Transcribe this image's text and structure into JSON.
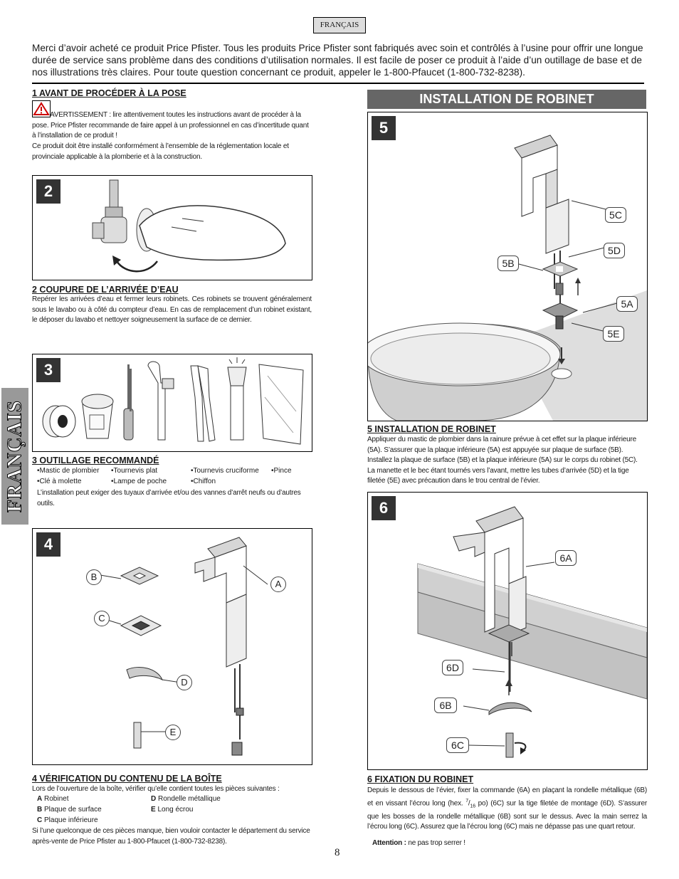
{
  "header": {
    "lang_tag": "FRANÇAIS",
    "intro": "Merci d’avoir acheté ce produit Price Pfister. Tous les produits Price Pfister sont fabriqués avec soin et contrôlés à l’usine pour offrir une longue durée de service sans problème dans des conditions d’utilisation normales. Il est facile de poser ce produit à l’aide d’un outillage de base et de nos illustrations très claires. Pour toute question concernant ce produit, appeler le 1-800-Pfaucet (1-800-732-8238)."
  },
  "side_tab": "FRANÇAIS",
  "section1": {
    "heading": "1  AVANT DE PROCÉDER À LA POSE",
    "warning": "AVERTISSEMENT : lire attentivement toutes les instructions avant de procéder à la pose. Price Pfister recommande de faire appel à un professionnel en cas d’incertitude quant à l’installation de ce produit !",
    "note": "Ce produit doit être installé conformément à l’ensemble de la réglementation locale et provinciale applicable à la plomberie et à la construction."
  },
  "section2": {
    "badge": "2",
    "heading": "2  COUPURE DE L’ARRIVÉE D’EAU",
    "text": "Repérer les arrivées d’eau et fermer leurs robinets. Ces robinets se trouvent généralement sous le lavabo ou à côté du compteur d’eau. En cas de remplacement d’un robinet existant, le déposer du lavabo et nettoyer soigneusement la surface de ce dernier."
  },
  "section3": {
    "badge": "3",
    "heading": "3  OUTILLAGE RECOMMANDÉ",
    "tools": [
      "•Mastic de plombier",
      "•Tournevis plat",
      "•Tournevis cruciforme",
      "•Pince",
      "•Clé à molette",
      "•Lampe de poche",
      "•Chiffon"
    ],
    "text": "L’installation peut exiger des tuyaux d’arrivée et/ou des vannes d’arrêt neufs ou d’autres outils."
  },
  "section4": {
    "badge": "4",
    "labels": [
      "A",
      "B",
      "C",
      "D",
      "E"
    ],
    "heading": "4  VÉRIFICATION DU CONTENU DE LA BOÎTE",
    "intro": "Lors de l’ouverture de la boîte, vérifier qu’elle contient toutes les pièces suivantes :",
    "parts": [
      {
        "letter": "A",
        "name": "Robinet"
      },
      {
        "letter": "B",
        "name": "Plaque de surface"
      },
      {
        "letter": "C",
        "name": "Plaque inférieure"
      },
      {
        "letter": "D",
        "name": "Rondelle métallique"
      },
      {
        "letter": "E",
        "name": "Long écrou"
      }
    ],
    "footer": "Si l’une quelconque de ces pièces manque, bien vouloir contacter le département du service après-vente de Price Pfister au 1-800-Pfaucet (1-800-732-8238)."
  },
  "banner": "INSTALLATION DE ROBINET",
  "section5": {
    "badge": "5",
    "labels": [
      "5C",
      "5D",
      "5B",
      "5A",
      "5E"
    ],
    "heading": "5  INSTALLATION DE ROBINET",
    "text": "Appliquer du mastic de plombier dans la rainure prévue à cet effet sur la plaque inférieure (5A). S’assurer que la plaque inférieure (5A) est appuyée sur plaque de surface (5B). Installez la plaque de surface (5B) et la plaque inférieure (5A) sur le corps du robinet (5C). La manette et le bec étant tournés vers l’avant, mettre les tubes d’arrivée (5D) et la tige filetée (5E) avec précaution dans le trou central de l’évier."
  },
  "section6": {
    "badge": "6",
    "labels": [
      "6A",
      "6D",
      "6B",
      "6C"
    ],
    "heading": "6  FIXATION DU ROBINET",
    "text_a": "Depuis le dessous de l’évier, fixer la commande (6A) en plaçant la rondelle métallique (6B) et en vissant l’écrou long (hex. ",
    "frac_num": "7",
    "frac_den": "16",
    "text_b": " po) (6C) sur la tige filetée de montage (6D). S’assurer que les bosses de la rondelle métallique (6B) sont sur le dessus. Avec la main serrez la l’écrou long (6C). Assurez que la l’écrou long (6C) mais ne dépasse pas une quart retour.",
    "attention_label": "Attention :",
    "attention_text": " ne pas trop serrer !"
  },
  "page_number": "8"
}
